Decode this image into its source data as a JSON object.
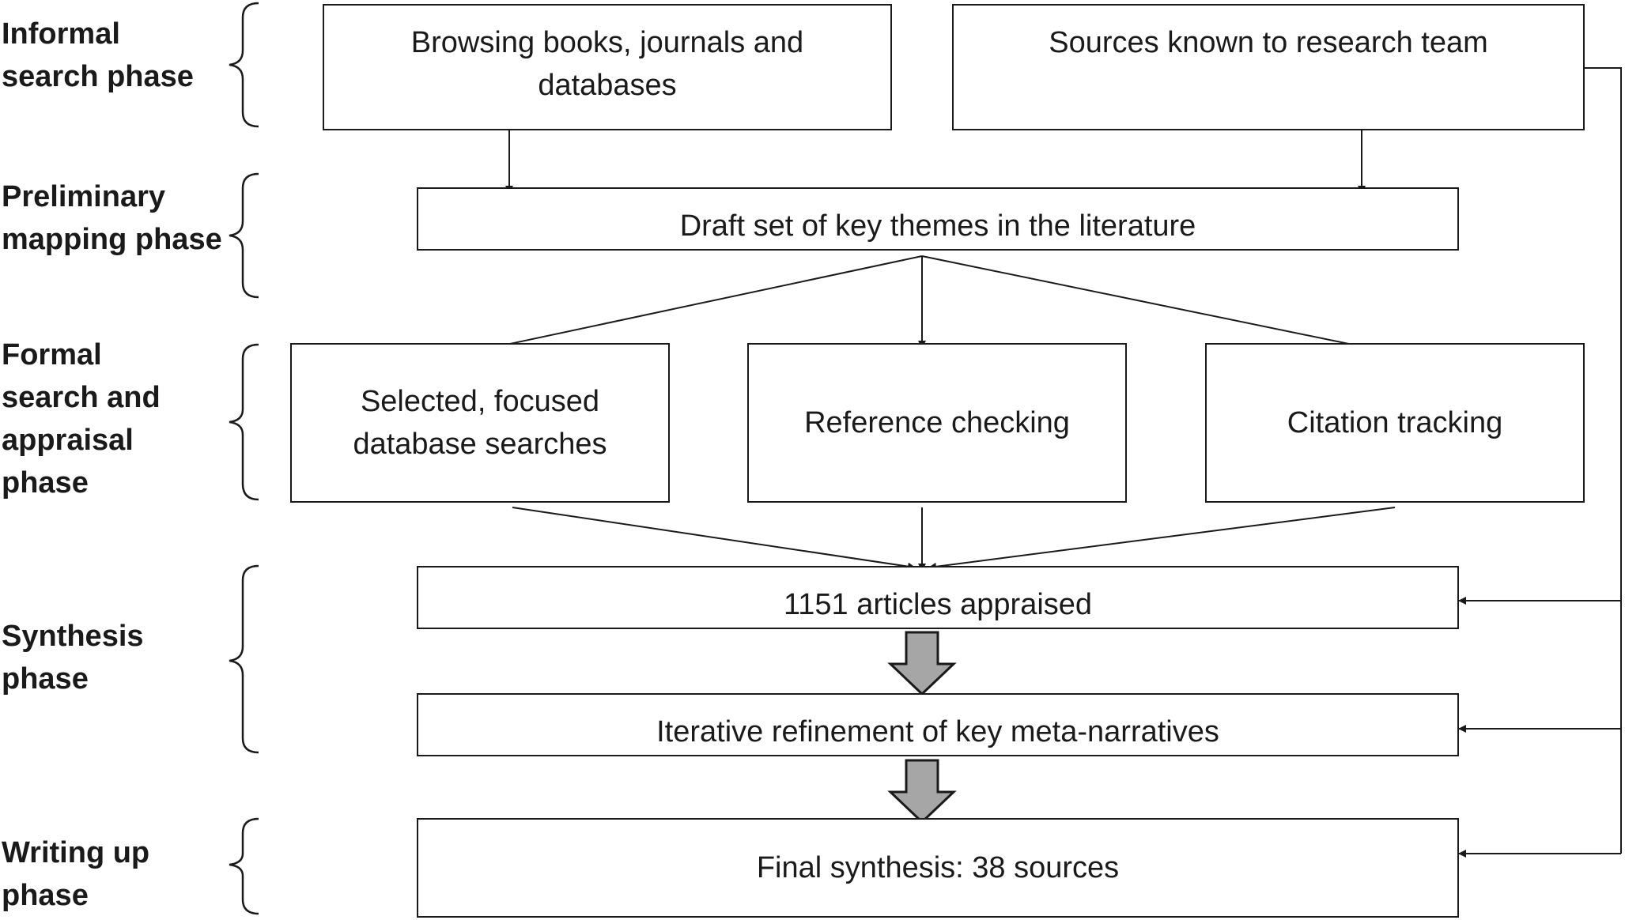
{
  "phases": {
    "informal": "Informal\nsearch phase",
    "preliminary": "Preliminary\nmapping phase",
    "formal": "Formal\nsearch and\nappraisal\nphase",
    "synthesis": "Synthesis\nphase",
    "writing": "Writing up\nphase"
  },
  "boxes": {
    "browsing": "Browsing books, journals and\ndatabases",
    "sources_known": "Sources known to research team",
    "draft_themes": "Draft set of key themes in the literature",
    "database_searches": "Selected, focused\ndatabase searches",
    "reference_checking": "Reference checking",
    "citation_tracking": "Citation tracking",
    "articles_appraised": "1151 articles appraised",
    "iterative_refinement": "Iterative refinement of key meta-narratives",
    "final_synthesis": "Final synthesis: 38 sources"
  },
  "colors": {
    "stroke": "#1a1a1a",
    "block_arrow_fill": "#a6a6a6"
  }
}
